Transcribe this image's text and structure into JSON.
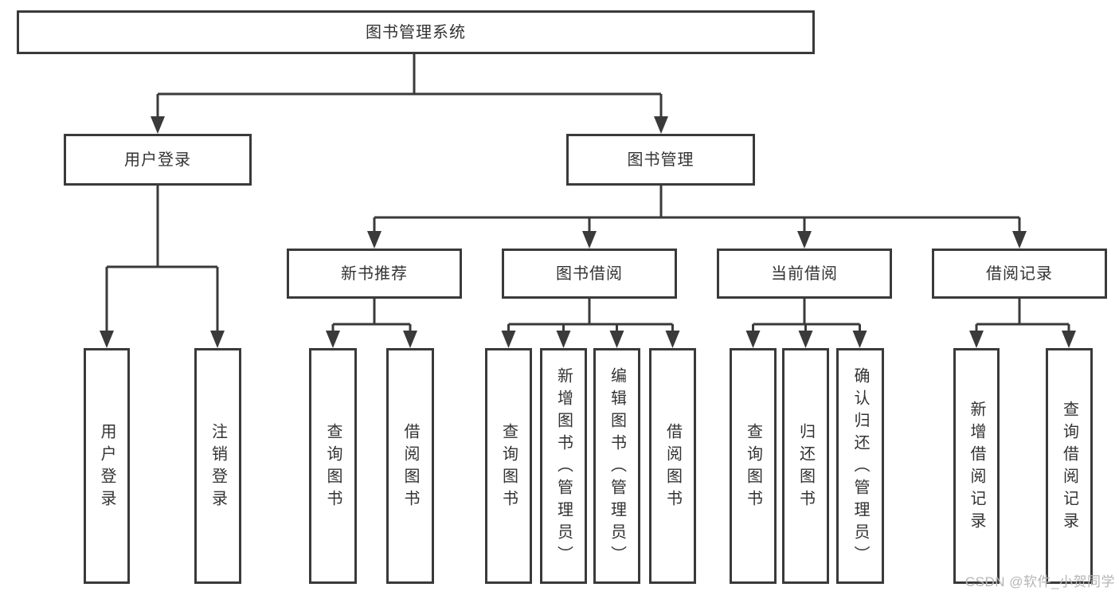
{
  "colors": {
    "line": "#3a3a3a",
    "text": "#333333",
    "background": "#ffffff",
    "watermark": "#b5b5b5"
  },
  "watermark": "CSDN @软件_小贺同学",
  "diagram": {
    "root": {
      "label": "图书管理系统"
    },
    "branches": [
      {
        "label": "用户登录",
        "children": [
          {
            "label": "用户登录"
          },
          {
            "label": "注销登录"
          }
        ]
      },
      {
        "label": "图书管理",
        "children": [
          {
            "label": "新书推荐",
            "children": [
              {
                "label": "查询图书"
              },
              {
                "label": "借阅图书"
              }
            ]
          },
          {
            "label": "图书借阅",
            "children": [
              {
                "label": "查询图书"
              },
              {
                "label": "新增图书（管理员）"
              },
              {
                "label": "编辑图书（管理员）"
              },
              {
                "label": "借阅图书"
              }
            ]
          },
          {
            "label": "当前借阅",
            "children": [
              {
                "label": "查询图书"
              },
              {
                "label": "归还图书"
              },
              {
                "label": "确认归还（管理员）"
              }
            ]
          },
          {
            "label": "借阅记录",
            "children": [
              {
                "label": "新增借阅记录"
              },
              {
                "label": "查询借阅记录"
              }
            ]
          }
        ]
      }
    ]
  }
}
